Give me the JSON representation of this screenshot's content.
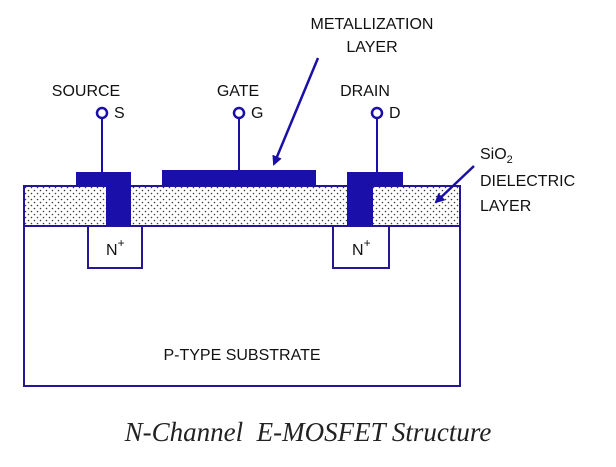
{
  "labels": {
    "metallization_line1": "METALLIZATION",
    "metallization_line2": "LAYER",
    "source": "SOURCE",
    "gate": "GATE",
    "drain": "DRAIN",
    "source_letter": "S",
    "gate_letter": "G",
    "drain_letter": "D",
    "sio2_base": "SiO",
    "sio2_sub": "2",
    "dielectric_line1": "DIELECTRIC",
    "dielectric_line2": "LAYER",
    "n_region_left": "N",
    "n_region_right": "N",
    "n_plus": "+",
    "substrate": "P-TYPE SUBSTRATE"
  },
  "caption": "N-Channel  E-MOSFET Structure",
  "colors": {
    "metal": "#1a0fa8",
    "outline": "#241696",
    "oxide_dots": "#3a3a3a",
    "text": "#111111"
  }
}
